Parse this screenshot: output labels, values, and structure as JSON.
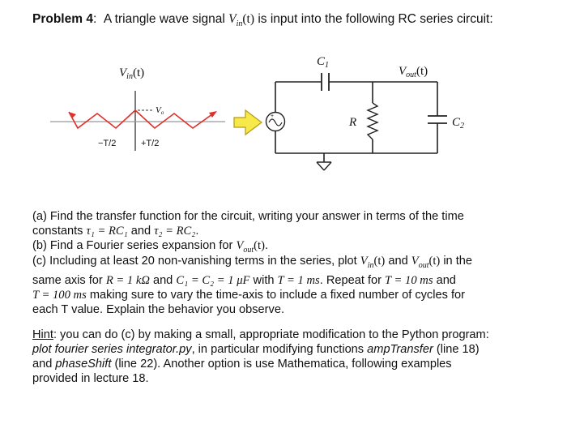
{
  "problem": {
    "label": "Problem 4",
    "colon": ":",
    "intro_pre": "A triangle wave signal",
    "vin": "V",
    "vin_sub": "in",
    "arg": "(t)",
    "intro_post": "is input into the following RC series circuit:"
  },
  "figure": {
    "vin_label": "V",
    "vin_label_sub": "in",
    "vin_label_arg": "(t)",
    "v0_label": "V",
    "v0_sub": "o",
    "minus_half": "−T/2",
    "plus_half": "+T/2",
    "c1_label": "C",
    "c1_sub": "1",
    "vout_label": "V",
    "vout_sub": "out",
    "vout_arg": "(t)",
    "r_label": "R",
    "c2_label": "C",
    "c2_sub": "2",
    "colors": {
      "wave": "#e0302a",
      "arrow_fill": "#f7e94a",
      "arrow_stroke": "#b59a19",
      "ink": "#222222"
    },
    "icons": [
      "arrow-right-icon",
      "ac-source-icon",
      "ground-icon",
      "resistor-icon",
      "capacitor-icon"
    ]
  },
  "part_a": {
    "line1": "(a) Find the transfer function for the circuit, writing your answer in terms of the time",
    "line2_pre": "constants",
    "tau1": "τ₁ = RC₁",
    "and": "and",
    "tau2": "τ₂ = RC₂",
    "line2_post": "."
  },
  "part_b": {
    "text": "(b) Find a Fourier series expansion for",
    "vout": "V",
    "vout_sub": "out",
    "arg": "(t)",
    "end": "."
  },
  "part_c": {
    "l1_a": "(c) Including at least 20 non-vanishing terms in the series, plot",
    "l1_vin": "V",
    "l1_vin_sub": "in",
    "l1_arg1": "(t)",
    "l1_and": "and",
    "l1_vout": "V",
    "l1_vout_sub": "out",
    "l1_arg2": "(t)",
    "l1_end": "in the",
    "l2_a": "same axis for",
    "l2_r": "R = 1 kΩ",
    "l2_and": "and",
    "l2_c": "C₁ = C₂ = 1 μF",
    "l2_with": "with",
    "l2_t": "T = 1 ms",
    "l2_repeat": ". Repeat for",
    "l2_t2": "T = 10 ms",
    "l2_and2": "and",
    "l3_t": "T = 100 ms",
    "l3_rest": "making sure to vary the time-axis to include a fixed number of cycles for",
    "l4": "each T value.  Explain the behavior you observe."
  },
  "hint": {
    "keyword": "Hint",
    "l1_rest": ":  you can do (c) by making a small, appropriate modification to the Python program:",
    "l2_file": "plot fourier series integrator.py",
    "l2_mid": ", in particular modifying functions",
    "l2_fn": "ampTransfer",
    "l2_line": "(line 18)",
    "l3_a": "and",
    "l3_fn": "phaseShift",
    "l3_b": "(line 22).  Another option is use Mathematica, following examples",
    "l4": "provided in lecture 18."
  }
}
